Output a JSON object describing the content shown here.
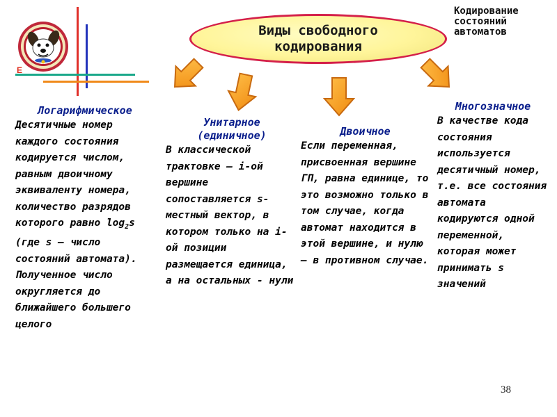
{
  "topic": {
    "line1": "Кодирование",
    "line2": "состояний",
    "line3": "автоматов"
  },
  "main": {
    "line1": "Виды свободного",
    "line2": "кодирования"
  },
  "columns": {
    "log": {
      "title": "Логарифмическое",
      "body_before": "Десятичные номер каждого состояния кодируется числом, равным двоичному эквиваленту номера, количество разрядов которого равно log",
      "sub": "2",
      "body_after": "s (где s – число состояний автомата). Полученное число округляется до ближайшего большего целого"
    },
    "uni": {
      "title_line1": "Унитарное",
      "title_line2": "(единичное)",
      "body": "В классической трактовке – i-ой вершине сопоставляется s-местный вектор, в котором только на i-ой позиции размещается единица, а на остальных - нули"
    },
    "bin": {
      "title": "Двоичное",
      "body": "Если переменная, присвоенная вершине ГП, равна единице, то это возможно только в том случае, когда автомат находится в этой вершине, и нулю – в противном случае."
    },
    "mul": {
      "title": "Многозначное",
      "body": "В качестве кода состояния используется десятичный номер, т.е. все состояния автомата кодируются одной переменной, которая может принимать s значений"
    }
  },
  "page_number": "38",
  "colors": {
    "title_blue": "#0a1e8c",
    "ellipse_fill": "#fff59a",
    "ellipse_border": "#d4204a",
    "arrow_fill": "#f7a21b",
    "arrow_stroke": "#c86a10",
    "line_red": "#e0302a",
    "line_blue": "#2233bb",
    "line_green": "#1aa88a",
    "line_orange": "#f08a1a"
  },
  "icons": [
    "dog-logo-icon",
    "arrow-down-icon"
  ]
}
